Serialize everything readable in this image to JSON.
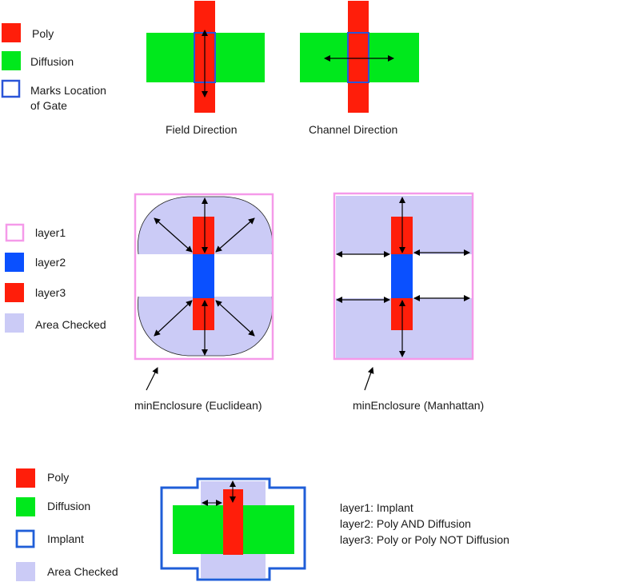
{
  "colors": {
    "poly": "#ff1e0a",
    "diffusion": "#00e81c",
    "gate": "#2a55d8",
    "layer1": "#f59ae9",
    "layer2": "#0a50ff",
    "layer3": "#ff1e0a",
    "area": "#cbcbf6",
    "implant": "#1f5ed8",
    "arrow": "#000000"
  },
  "legend_top": {
    "poly": "Poly",
    "diffusion": "Diffusion",
    "gate_line1": "Marks Location",
    "gate_line2": "of Gate"
  },
  "captions_top": {
    "field": "Field Direction",
    "channel": "Channel Direction"
  },
  "legend_mid": {
    "layer1": "layer1",
    "layer2": "layer2",
    "layer3": "layer3",
    "area": "Area Checked"
  },
  "captions_mid": {
    "euclidean": "minEnclosure (Euclidean)",
    "manhattan": "minEnclosure (Manhattan)"
  },
  "legend_bottom": {
    "poly": "Poly",
    "diffusion": "Diffusion",
    "implant": "Implant",
    "area": "Area Checked"
  },
  "layer_notes": [
    "layer1: Implant",
    "layer2: Poly AND Diffusion",
    "layer3: Poly or Poly NOT Diffusion"
  ]
}
